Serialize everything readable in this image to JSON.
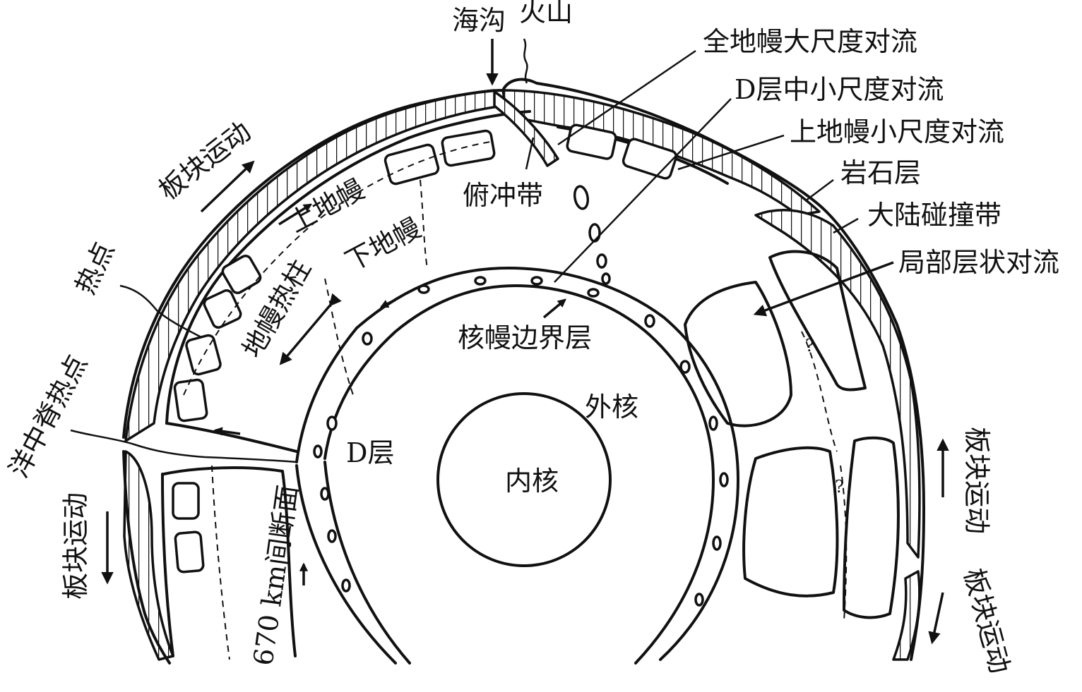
{
  "labels": {
    "trench": "海沟",
    "volcano": "火山",
    "whole_mantle_convection": "全地幔大尺度对流",
    "d_layer_convection": "D层中小尺度对流",
    "upper_mantle_convection": "上地幔小尺度对流",
    "lithosphere": "岩石层",
    "collision_zone": "大陆碰撞带",
    "local_layered_convection": "局部层状对流",
    "plate_motion_upper_left": "板块运动",
    "subduction_zone": "俯冲带",
    "upper_mantle": "上地幔",
    "lower_mantle": "下地幔",
    "hotspot": "热点",
    "mantle_plume": "地幔热柱",
    "cmb_layer": "核幔边界层",
    "outer_core": "外核",
    "inner_core": "内核",
    "d_layer": "D层",
    "mid_ocean_ridge_hotspot": "洋中脊热点",
    "discontinuity_670": "670 km间断面",
    "plate_motion_left": "板块运动",
    "plate_motion_right_upper": "板块运动",
    "plate_motion_right_lower": "板块运动",
    "question_mark_1": "?",
    "question_mark_2": "?"
  },
  "colors": {
    "line": "#111111",
    "background": "#ffffff"
  }
}
